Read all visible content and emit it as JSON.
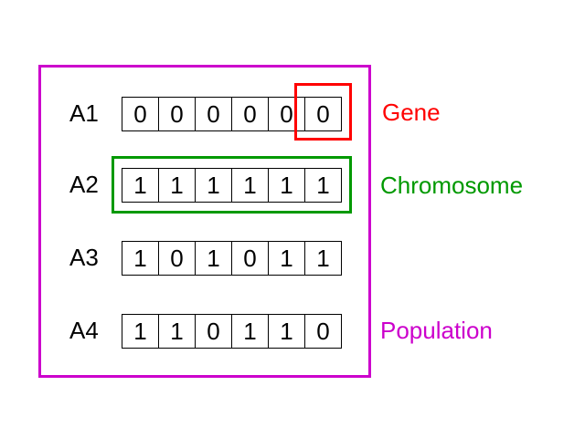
{
  "rows": [
    {
      "label": "A1",
      "bits": [
        "0",
        "0",
        "0",
        "0",
        "0",
        "0"
      ]
    },
    {
      "label": "A2",
      "bits": [
        "1",
        "1",
        "1",
        "1",
        "1",
        "1"
      ]
    },
    {
      "label": "A3",
      "bits": [
        "1",
        "0",
        "1",
        "0",
        "1",
        "1"
      ]
    },
    {
      "label": "A4",
      "bits": [
        "1",
        "1",
        "0",
        "1",
        "1",
        "0"
      ]
    }
  ],
  "labels": {
    "gene": "Gene",
    "chromosome": "Chromosome",
    "population": "Population"
  },
  "colors": {
    "gene": "#ff0000",
    "chromosome": "#009900",
    "population": "#cc00cc"
  }
}
